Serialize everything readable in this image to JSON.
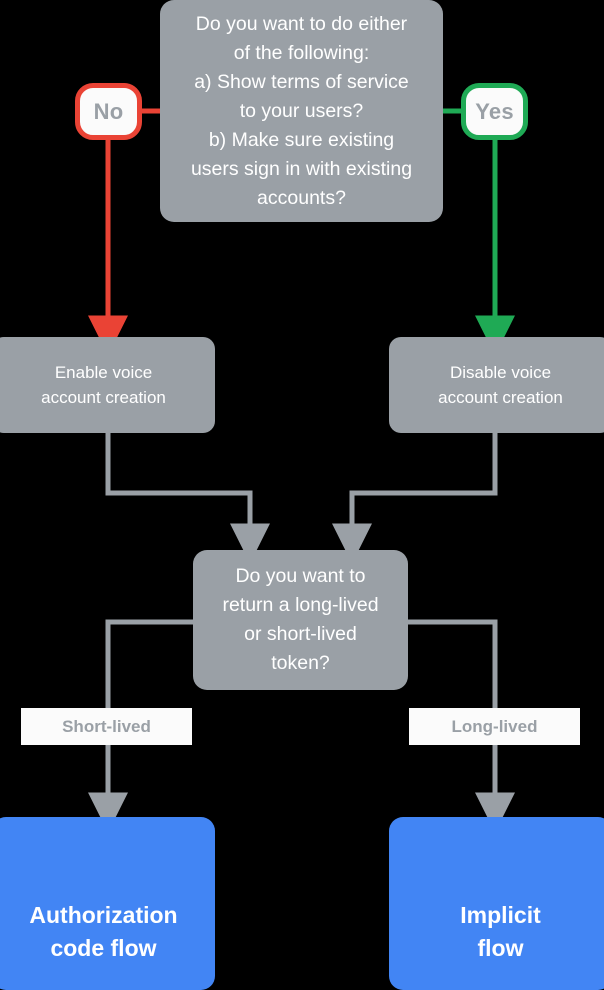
{
  "diagram": {
    "title": "Account linking flow decision chart",
    "background_color": "#000000",
    "colors": {
      "node_gray": "#9aa0a6",
      "terminal_blue": "#4285f4",
      "no_red": "#ea4335",
      "yes_green": "#1faa55",
      "label_white": "#fbfbfb",
      "connector_gray": "#9aa0a6"
    },
    "nodes": {
      "question_1": {
        "lines": [
          "Do you want to do either",
          "of the following:",
          "a) Show terms of service",
          "to your users?",
          "b) Make sure existing",
          "users sign in with existing",
          "accounts?"
        ]
      },
      "answer_no": {
        "label": "No"
      },
      "answer_yes": {
        "label": "Yes"
      },
      "enable_voice": {
        "lines": [
          "Enable voice",
          "account creation"
        ]
      },
      "disable_voice": {
        "lines": [
          "Disable voice",
          "account creation"
        ]
      },
      "question_2": {
        "lines": [
          "Do you want to",
          "return a long-lived",
          "or short-lived",
          "token?"
        ]
      },
      "authorization_code_flow": {
        "lines": [
          "Authorization",
          "code flow"
        ]
      },
      "implicit_flow": {
        "lines": [
          "Implicit",
          "flow"
        ]
      }
    },
    "edge_labels": {
      "short_lived": "Short-lived",
      "long_lived": "Long-lived"
    }
  }
}
